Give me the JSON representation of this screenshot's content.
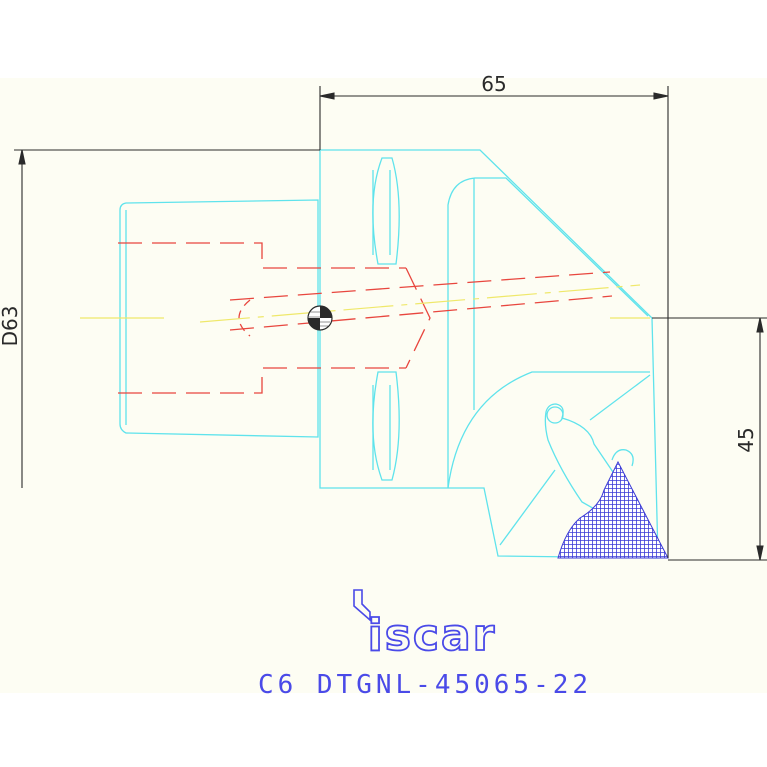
{
  "drawing": {
    "dimension_width": "65",
    "dimension_diameter": "D63",
    "dimension_height": "45",
    "brand": "iscar",
    "part_code": "C6  DTGNL-45065-22"
  },
  "colors": {
    "paper": "#fdfdf3",
    "outline": "#5fe3ec",
    "hidden": "#e8463e",
    "centerline": "#efe86a",
    "dimension": "#2a2a2a",
    "insert_hatch": "#3a3ad6",
    "brand": "#4a4ae8"
  }
}
